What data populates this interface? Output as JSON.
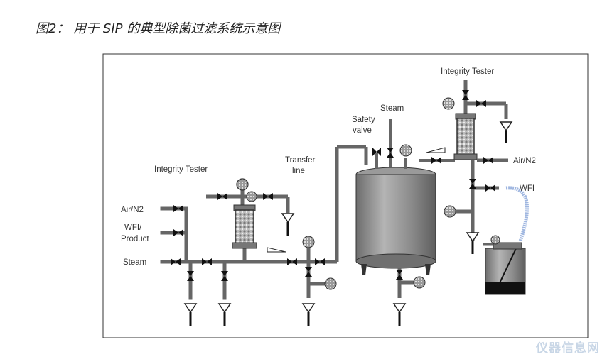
{
  "caption": "图2： 用于 SIP 的典型除菌过滤系统示意图",
  "labels": {
    "integrity_tester_left": "Integrity Tester",
    "integrity_tester_right": "Integrity Tester",
    "air_n2_left": "Air/N2",
    "wfi_product_1": "WFI/",
    "wfi_product_2": "Product",
    "steam_left": "Steam",
    "transfer_line_1": "Transfer",
    "transfer_line_2": "line",
    "safety_valve_1": "Safety",
    "safety_valve_2": "valve",
    "steam_top": "Steam",
    "air_n2_right": "Air/N2",
    "wfi_right": "WFI"
  },
  "watermark": "仪器信息网",
  "colors": {
    "pipe": "#555555",
    "pipe_light": "#a9a9a9",
    "tank": "#8e8e8e",
    "frame": "#333333",
    "hose": "#9fb6e0"
  }
}
